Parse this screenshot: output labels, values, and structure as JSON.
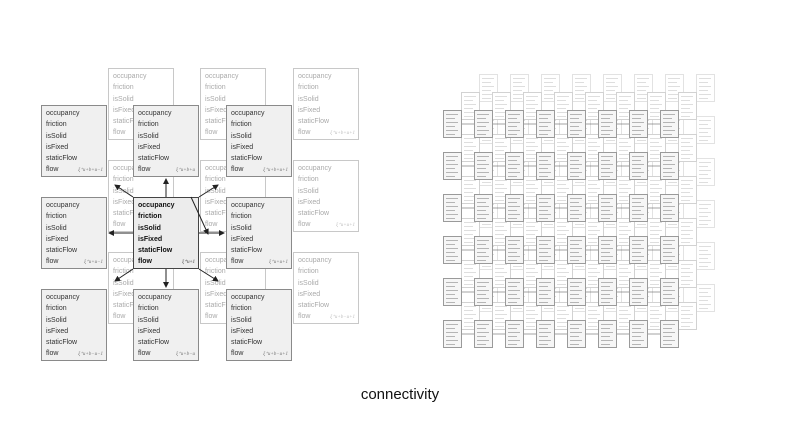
{
  "caption": "connectivity",
  "cell_labels": [
    "occupancy",
    "friction",
    "isSolid",
    "isFixed",
    "staticFlow",
    "flow"
  ],
  "left_diagram": {
    "cells": [
      {
        "name": "cell-top-left",
        "index": "ξ⁺u+b+u−1",
        "role": "front"
      },
      {
        "name": "cell-top-center",
        "index": "ξ⁺u+b+u",
        "role": "front"
      },
      {
        "name": "cell-top-right",
        "index": "ξ⁺u+b+u+1",
        "role": "front"
      },
      {
        "name": "cell-middle-left",
        "index": "ξ⁺u+u−1",
        "role": "front"
      },
      {
        "name": "cell-center",
        "index": "ξ⁺u+1",
        "role": "center"
      },
      {
        "name": "cell-middle-right",
        "index": "ξ⁺u+u+1",
        "role": "front"
      },
      {
        "name": "cell-bottom-left",
        "index": "ξ⁺u+b−u−1",
        "role": "front"
      },
      {
        "name": "cell-bottom-center",
        "index": "ξ⁺u+b−u",
        "role": "front"
      },
      {
        "name": "cell-bottom-right",
        "index": "ξ⁺u+b−u+1",
        "role": "front"
      }
    ],
    "back_cells": [
      {
        "name": "back-cell-top-left",
        "index": "ξ⁺u+b+u−1"
      },
      {
        "name": "back-cell-top-center",
        "index": "ξ⁺u+b+u"
      },
      {
        "name": "back-cell-top-right",
        "index": "ξ⁺u+b+u+1"
      },
      {
        "name": "back-cell-middle-left",
        "index": "ξ⁺u+u−1"
      },
      {
        "name": "back-cell-middle-center",
        "index": "ξ⁺u+1"
      },
      {
        "name": "back-cell-middle-right",
        "index": "ξ⁺u+u+1"
      },
      {
        "name": "back-cell-bottom-left",
        "index": "ξ⁺u+b−u−1"
      },
      {
        "name": "back-cell-bottom-center",
        "index": "ξ⁺u+b−u"
      },
      {
        "name": "back-cell-bottom-right",
        "index": "ξ⁺u+b−u+1"
      }
    ]
  },
  "right_diagram": {
    "rows": 6,
    "cols": 8,
    "depth_layers": 3
  },
  "colors": {
    "background": "#ffffff",
    "cell_fill": "#f0f0f0",
    "cell_border": "#8a8a8a",
    "ghost_border": "#c8c8c8",
    "arrow": "#222222",
    "caption": "#111111"
  }
}
